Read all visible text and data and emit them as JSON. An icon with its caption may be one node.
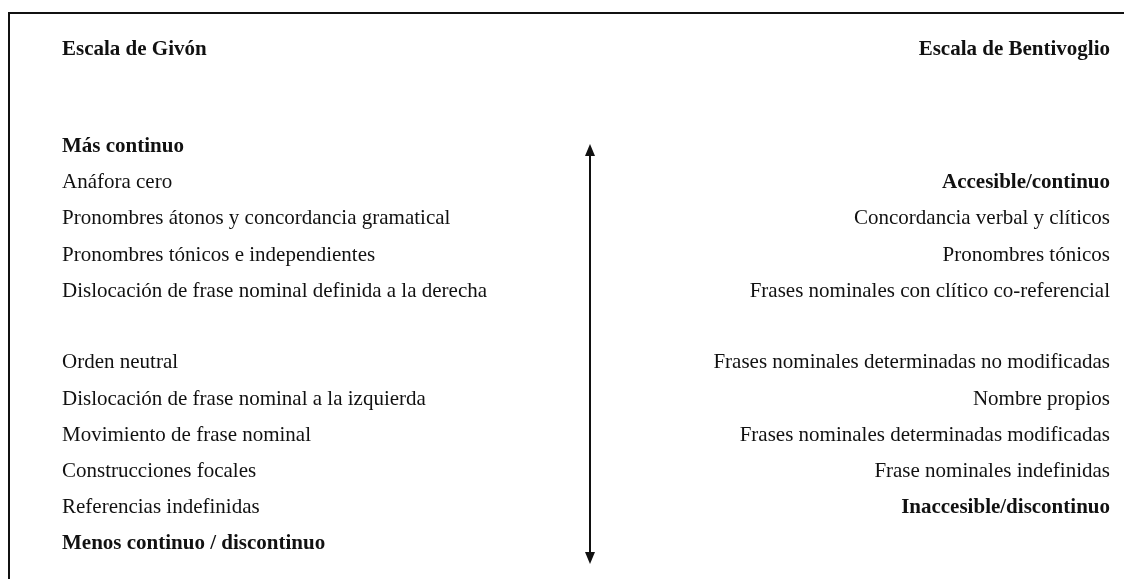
{
  "diagram": {
    "labels": [
      "Escala de Givón",
      "Escala de Bentivoglio",
      "Más continuo",
      "Anáfora cero",
      "Accesible/continuo",
      "Pronombres átonos y concordancia gramatical",
      "Concordancia verbal y clíticos",
      "Pronombres tónicos e independientes",
      "Pronombres tónicos",
      "Dislocación de frase nominal definida a la derecha",
      "Frases nominales con clítico co-referencial",
      "Orden neutral",
      "Frases nominales determinadas no modificadas",
      "Dislocación de frase nominal a la izquierda",
      "Nombre propios",
      "Movimiento de frase nominal",
      "Frases nominales determinadas modificadas",
      "Construcciones focales",
      "Frase nominales indefinidas",
      "Referencias indefinidas",
      "Inaccesible/discontinuo",
      "Menos continuo / discontinuo"
    ]
  }
}
